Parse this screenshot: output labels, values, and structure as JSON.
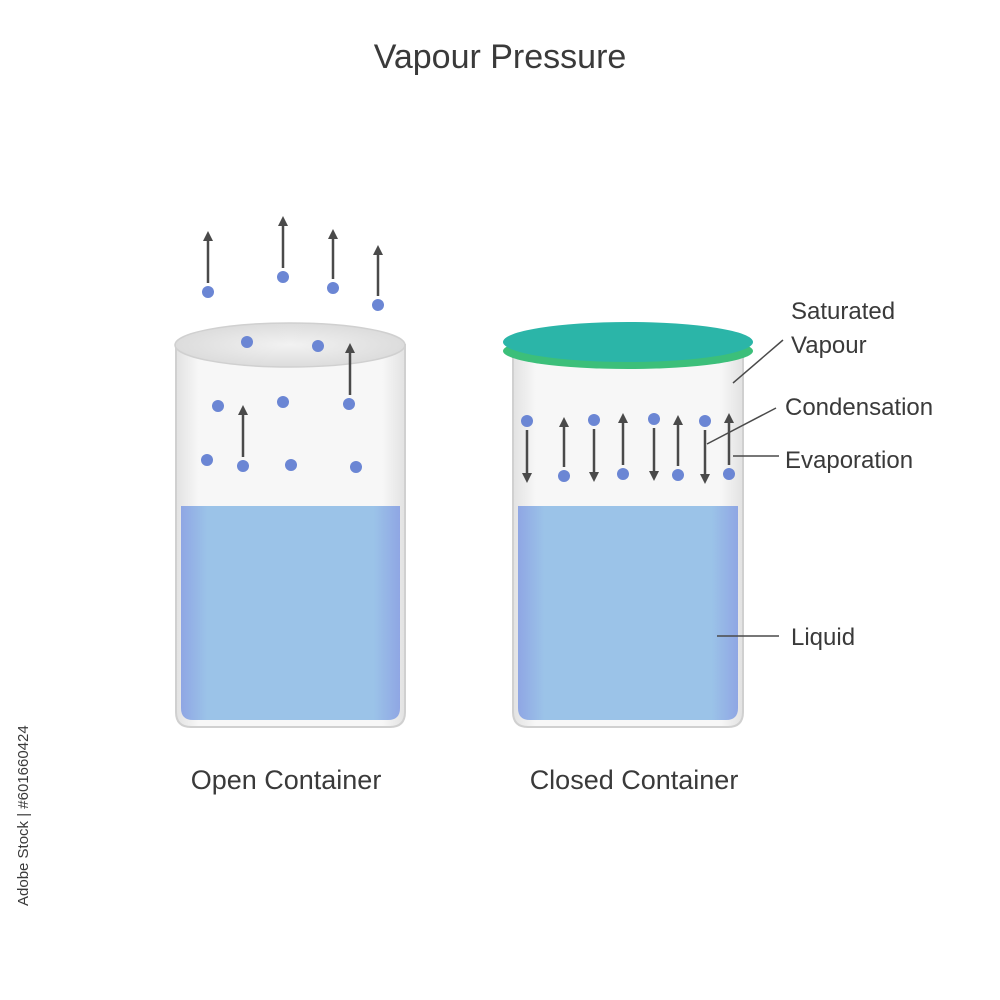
{
  "title": "Vapour Pressure",
  "containers": {
    "open": {
      "label": "Open Container"
    },
    "closed": {
      "label": "Closed Container"
    }
  },
  "labels": {
    "saturated_vapour_line1": "Saturated",
    "saturated_vapour_line2": "Vapour",
    "condensation": "Condensation",
    "evaporation": "Evaporation",
    "liquid": "Liquid"
  },
  "watermark": {
    "stock_id": "Adobe Stock | #601660424"
  },
  "colors": {
    "liquid": "#9bc3e8",
    "liquid_edge": "#7f9be0",
    "molecule": "#6b86d4",
    "lid_top": "#2bb5a8",
    "lid_rim": "#3cbf7a",
    "arrow": "#4a4a4a",
    "glass": "#d6d6d6"
  }
}
